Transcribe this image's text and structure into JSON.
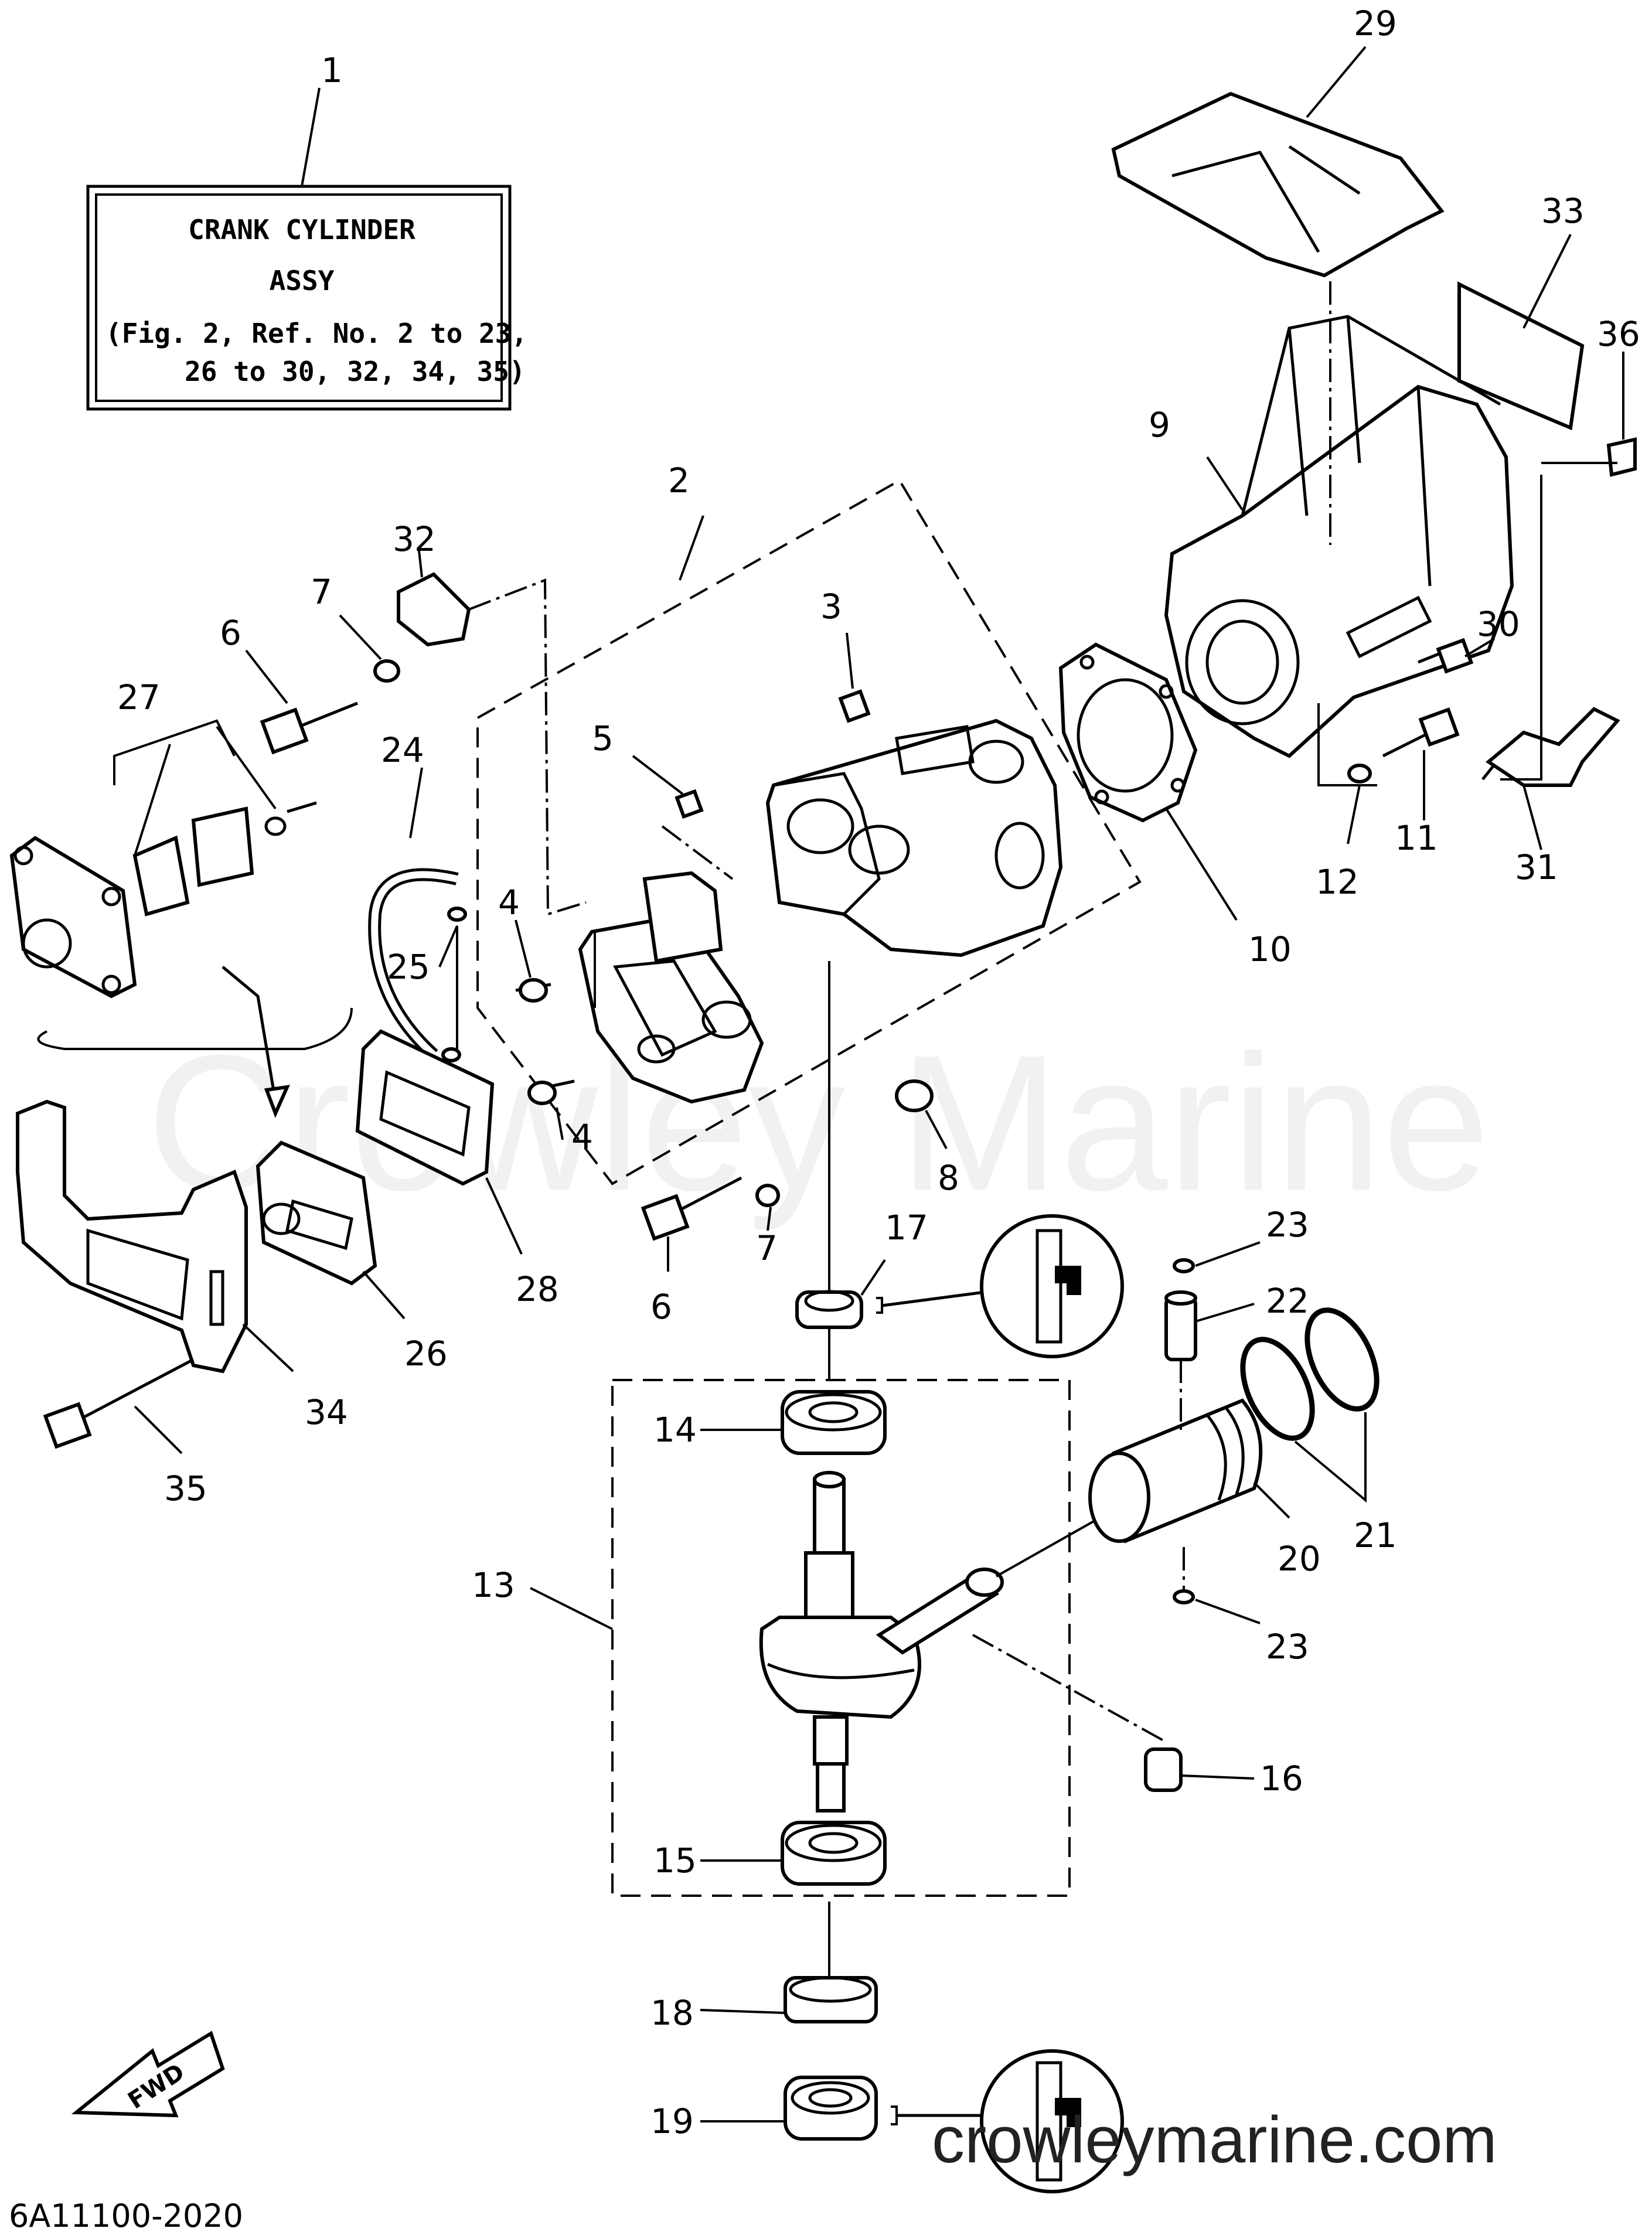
{
  "diagram": {
    "assembly_box": {
      "ref": "1",
      "line1": "CRANK CYLINDER",
      "line2": "ASSY",
      "line3": "(Fig. 2, Ref. No. 2 to 23,",
      "line4": "26 to 30, 32, 34, 35)"
    },
    "callouts": {
      "c2": "2",
      "c3": "3",
      "c4a": "4",
      "c4b": "4",
      "c5": "5",
      "c6a": "6",
      "c6b": "6",
      "c7a": "7",
      "c7b": "7",
      "c8": "8",
      "c9": "9",
      "c10": "10",
      "c11": "11",
      "c12": "12",
      "c13": "13",
      "c14": "14",
      "c15": "15",
      "c16": "16",
      "c17": "17",
      "c18": "18",
      "c19": "19",
      "c20": "20",
      "c21": "21",
      "c22": "22",
      "c23a": "23",
      "c23b": "23",
      "c24": "24",
      "c25": "25",
      "c26": "26",
      "c27": "27",
      "c28": "28",
      "c29": "29",
      "c30": "30",
      "c31": "31",
      "c32": "32",
      "c33": "33",
      "c34": "34",
      "c35": "35",
      "c36": "36"
    },
    "fwd_label": "FWD",
    "drawing_code": "6A11100-2020",
    "watermark": "Crowley Marine",
    "site_text": "crowleymarine.com"
  }
}
